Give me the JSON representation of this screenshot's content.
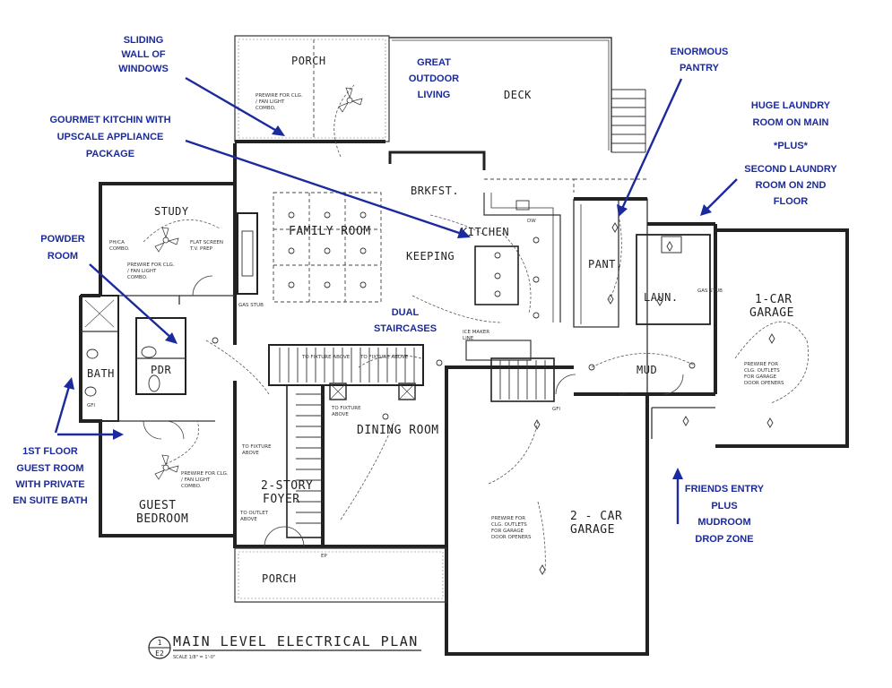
{
  "rooms": {
    "porch_back": "PORCH",
    "deck": "DECK",
    "study": "STUDY",
    "family_room": "FAMILY ROOM",
    "brkfst": "BRKFST.",
    "kitchen": "KITCHEN",
    "keeping": "KEEPING",
    "pantry": "PANT.",
    "laundry": "LAUN.",
    "garage1_a": "1-CAR",
    "garage1_b": "GARAGE",
    "bath": "BATH",
    "pdr": "PDR",
    "mud": "MUD",
    "dining_room": "DINING ROOM",
    "foyer_a": "2-STORY",
    "foyer_b": "FOYER",
    "guest_a": "GUEST",
    "guest_b": "BEDROOM",
    "garage2_a": "2 - CAR",
    "garage2_b": "GARAGE",
    "porch_front": "PORCH"
  },
  "notes": {
    "porch_fan_a": "PREWIRE FOR CLG.",
    "porch_fan_b": "/ FAN LIGHT",
    "porch_fan_c": "COMBO.",
    "study_ph_a": "PH/CA",
    "study_ph_b": "COMBO.",
    "study_tv_a": "FLAT SCREEN",
    "study_tv_b": "T.V. PREP",
    "study_fan_a": "PREWIRE FOR CLG.",
    "study_fan_b": "/ FAN LIGHT",
    "study_fan_c": "COMBO.",
    "gas_stub": "GAS STUB",
    "ice_maker_a": "ICE MAKER",
    "ice_maker_b": "LINE",
    "fixture_above_1": "TO FIXTURE ABOVE",
    "fixture_above_2": "TO FIXTURE ABOVE",
    "fixture_above_3a": "TO FIXTURE",
    "fixture_above_3b": "ABOVE",
    "fixture_above_4a": "TO FIXTURE",
    "fixture_above_4b": "ABOVE",
    "outlet_above_a": "TO OUTLET",
    "outlet_above_b": "ABOVE",
    "guest_fan_a": "PREWIRE FOR CLG.",
    "guest_fan_b": "/ FAN LIGHT",
    "guest_fan_c": "COMBO.",
    "garage1_note_a": "PREWIRE FOR",
    "garage1_note_b": "CLG. OUTLETS",
    "garage1_note_c": "FOR GARAGE",
    "garage1_note_d": "DOOR OPENERS",
    "garage2_note_a": "PREWIRE FOR",
    "garage2_note_b": "CLG. OUTLETS",
    "garage2_note_c": "FOR GARAGE",
    "garage2_note_d": "DOOR OPENERS",
    "gas_stub_laun": "GAS STUB",
    "dw": "DW",
    "gfi_1": "GFI",
    "gfi_2": "GFI",
    "gfi_3": "GFI",
    "ep": "EP"
  },
  "annotations": {
    "sliding_1": "SLIDING",
    "sliding_2": "WALL OF",
    "sliding_3": "WINDOWS",
    "gourmet_1": "GOURMET KITCHIN WITH",
    "gourmet_2": "UPSCALE APPLIANCE",
    "gourmet_3": "PACKAGE",
    "outdoor_1": "GREAT",
    "outdoor_2": "OUTDOOR",
    "outdoor_3": "LIVING",
    "pantry_1": "ENORMOUS",
    "pantry_2": "PANTRY",
    "laundry_1": "HUGE LAUNDRY",
    "laundry_2": "ROOM ON MAIN",
    "laundry_3": "*PLUS*",
    "laundry_4": "SECOND LAUNDRY",
    "laundry_5": "ROOM ON 2ND",
    "laundry_6": "FLOOR",
    "powder_1": "POWDER",
    "powder_2": "ROOM",
    "stairs_1": "DUAL",
    "stairs_2": "STAIRCASES",
    "guest_1": "1ST FLOOR",
    "guest_2": "GUEST ROOM",
    "guest_3": "WITH PRIVATE",
    "guest_4": "EN SUITE BATH",
    "friends_1": "FRIENDS ENTRY",
    "friends_2": "PLUS",
    "friends_3": "MUDROOM",
    "friends_4": "DROP ZONE"
  },
  "title_block": {
    "sheet_top": "1",
    "sheet_bottom": "E2",
    "title": "MAIN LEVEL ELECTRICAL PLAN",
    "scale": "SCALE 1/8\" = 1'-0\""
  },
  "colors": {
    "annotation": "#1b2a9c",
    "lines": "#222222",
    "background": "#ffffff"
  }
}
